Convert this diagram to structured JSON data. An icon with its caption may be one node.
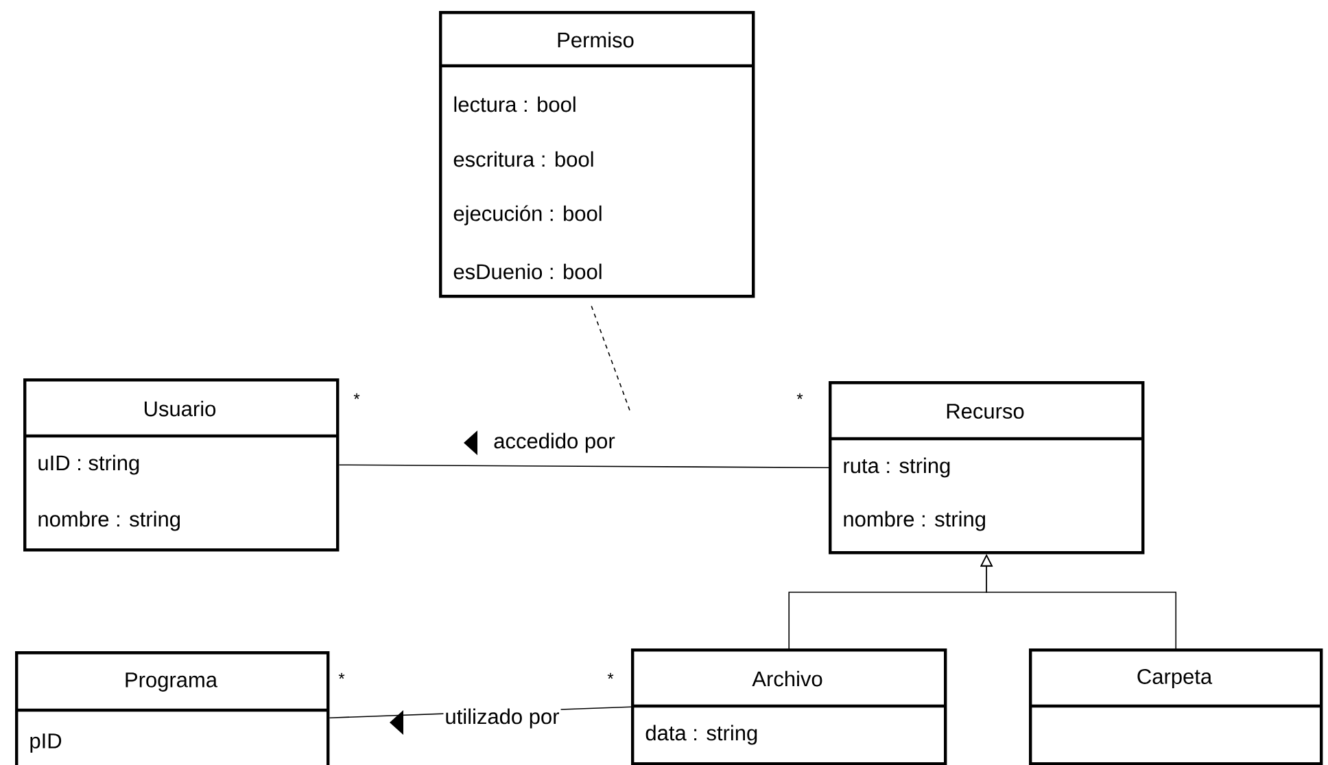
{
  "diagram": {
    "nodes": [
      {
        "text": [
          "Permiso",
          "lectura : bool",
          "escritura : bool",
          "ejecución : bool",
          "esDuenio : bool"
        ]
      },
      {
        "text": [
          "Usuario",
          "uID : string",
          "nombre : string"
        ]
      },
      {
        "text": [
          "Recurso",
          "ruta : string",
          "nombre : string"
        ]
      },
      {
        "text": [
          "Programa",
          "pID"
        ]
      },
      {
        "text": [
          "Archivo",
          "data : string"
        ]
      },
      {
        "text": [
          "Carpeta"
        ]
      }
    ],
    "edges": [
      {
        "from": 1,
        "to": 2,
        "arrow": "none",
        "label": "accedido por"
      },
      {
        "from": 0,
        "to": null,
        "arrow": "none",
        "style": "dashed"
      },
      {
        "from": 4,
        "to": 2,
        "arrow": "to"
      },
      {
        "from": 5,
        "to": 2,
        "arrow": "to"
      },
      {
        "from": 3,
        "to": 4,
        "arrow": "none",
        "label": "utilizado por"
      }
    ],
    "labels": [
      "*",
      "*",
      "*",
      "*"
    ]
  }
}
